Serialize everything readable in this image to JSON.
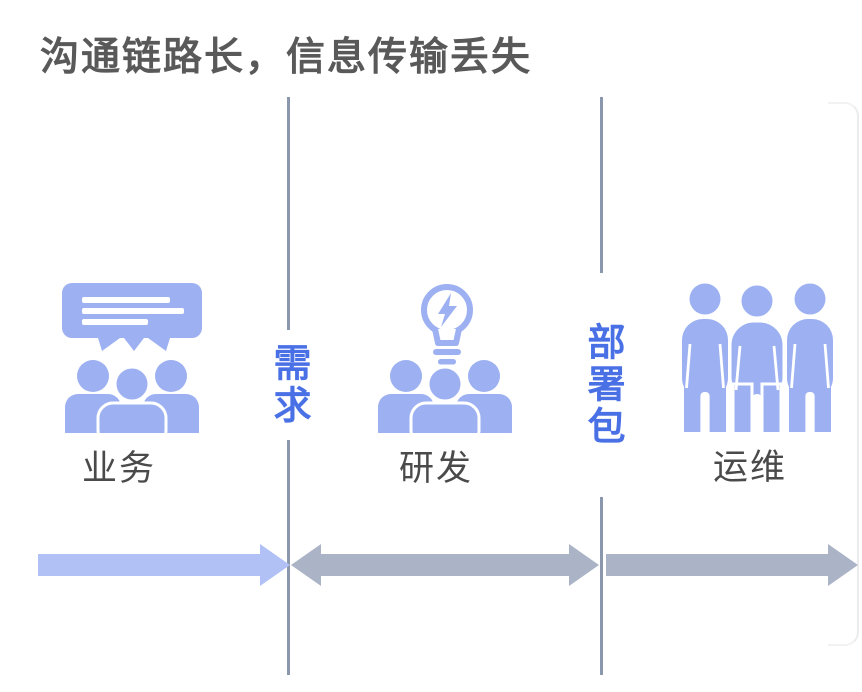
{
  "title": "沟通链路长，信息传输丢失",
  "sections": [
    {
      "label": "业务",
      "icon": "speech-bubble-team-icon"
    },
    {
      "label": "研发",
      "icon": "idea-bulb-team-icon"
    },
    {
      "label": "运维",
      "icon": "ops-team-icon"
    }
  ],
  "handoffs": [
    {
      "label": "需求",
      "between": [
        "业务",
        "研发"
      ]
    },
    {
      "label": "部署包",
      "between": [
        "研发",
        "运维"
      ]
    }
  ],
  "arrows": [
    {
      "position": "left",
      "direction": "right",
      "color": "#B2C1F5"
    },
    {
      "position": "middle",
      "direction": "both",
      "color": "#ABB4C7"
    },
    {
      "position": "right",
      "direction": "right",
      "color": "#ABB4C7"
    }
  ],
  "colors": {
    "icon_blue": "#9DB1F2",
    "handoff_text_blue": "#4A70E6",
    "divider_gray_blue": "#8A97AD",
    "arrow_light_blue": "#B2C1F5",
    "arrow_gray": "#ABB4C7",
    "title_gray": "#595959",
    "label_gray": "#4A4A4A"
  }
}
